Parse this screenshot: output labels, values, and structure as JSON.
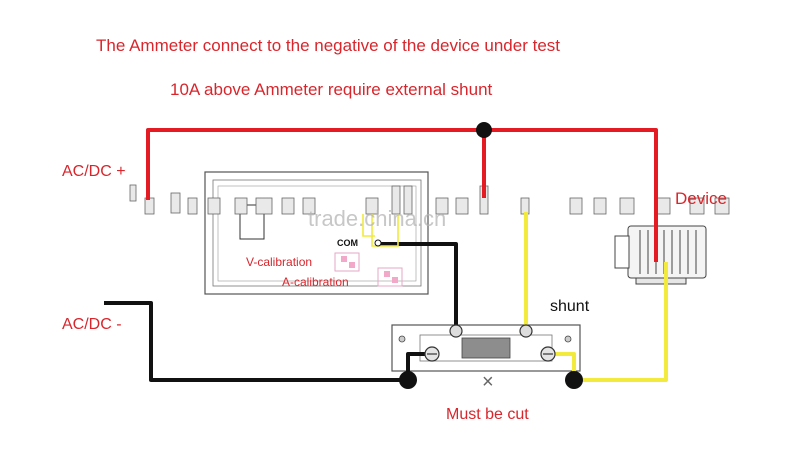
{
  "title_line1": "The Ammeter connect to the negative of the device under test",
  "title_line2": "10A above Ammeter  require external shunt",
  "labels": {
    "ac_dc_plus": "AC/DC +",
    "ac_dc_minus": "AC/DC -",
    "device": "Device",
    "shunt": "shunt",
    "must_be_cut": "Must be cut",
    "com": "COM",
    "v_calibration": "V-calibration",
    "a_calibration": "A-calibration",
    "cut_mark": "×",
    "watermark": "trade.china.cn"
  },
  "colors": {
    "positive_wire": "#e41b23",
    "negative_wire": "#111111",
    "signal_wire": "#f2ea3c",
    "label_red": "#d8262c",
    "calibration_pad": "#f2a8c8",
    "meter_outline": "#555555"
  }
}
